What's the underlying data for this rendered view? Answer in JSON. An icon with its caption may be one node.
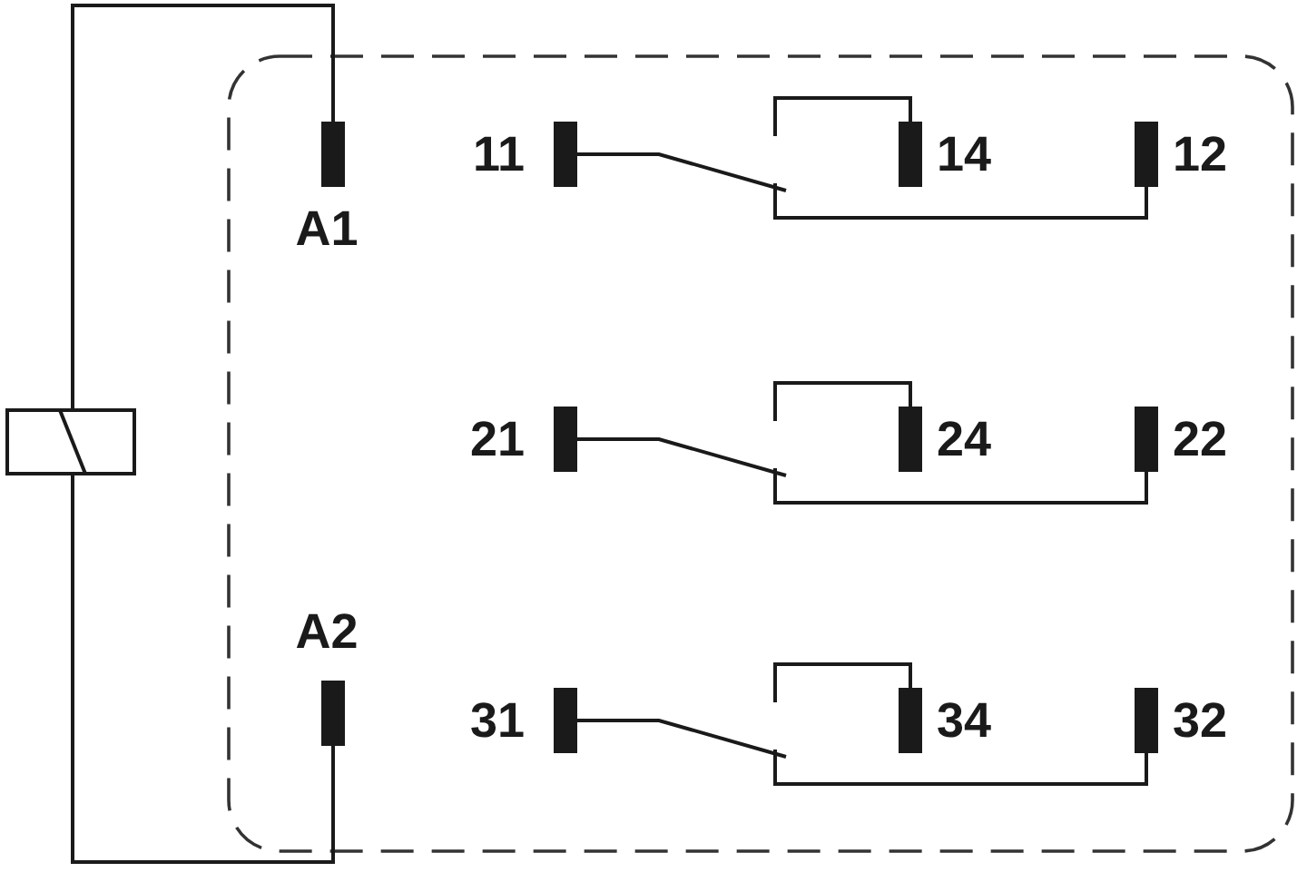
{
  "diagram": {
    "nodes": [
      {
        "text": [],
        "shape": "box"
      },
      {
        "text": [
          "A1"
        ],
        "in": 0
      },
      {
        "text": [
          "11"
        ],
        "in": 0
      },
      {
        "text": [
          "14"
        ],
        "in": 0
      },
      {
        "text": [
          "12"
        ],
        "in": 0
      },
      {
        "text": [],
        "shape": "box"
      },
      {
        "text": [
          "21"
        ],
        "in": 0
      },
      {
        "text": [
          "24"
        ],
        "in": 0
      },
      {
        "text": [
          "22"
        ],
        "in": 0
      },
      {
        "text": [
          "A2"
        ],
        "in": 0
      },
      {
        "text": [
          "31"
        ],
        "in": 0
      },
      {
        "text": [
          "34"
        ],
        "in": 0
      },
      {
        "text": [
          "32"
        ],
        "in": 0
      }
    ],
    "edges": [
      {
        "from": 5,
        "to": 1,
        "arrow": "none"
      },
      {
        "from": 5,
        "to": 9,
        "arrow": "none"
      },
      {
        "from": 2,
        "to": 4,
        "arrow": "none"
      },
      {
        "from": 3,
        "to": null,
        "arrow": "none"
      },
      {
        "from": 6,
        "to": 8,
        "arrow": "none"
      },
      {
        "from": 7,
        "to": null,
        "arrow": "none"
      },
      {
        "from": 10,
        "to": 12,
        "arrow": "none"
      },
      {
        "from": 11,
        "to": null,
        "arrow": "none"
      }
    ]
  }
}
